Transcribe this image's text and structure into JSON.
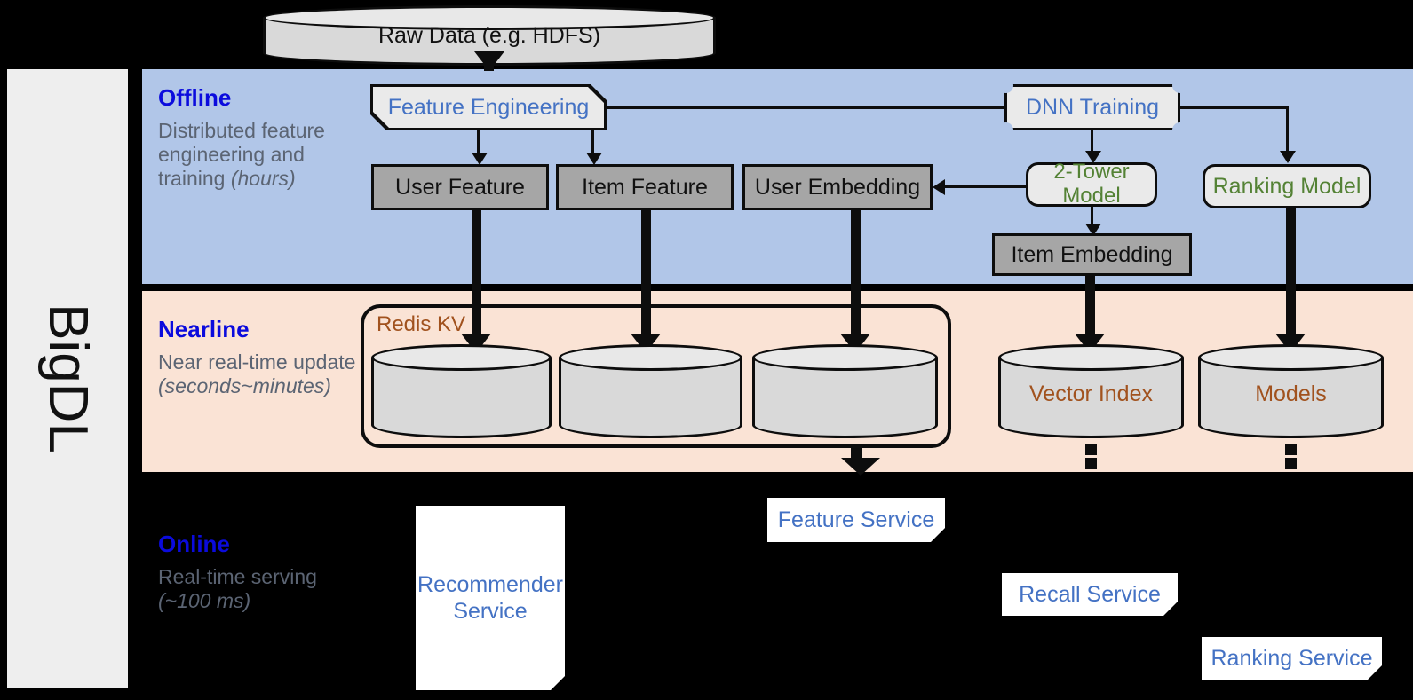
{
  "rail": {
    "label": "BigDL"
  },
  "bands": {
    "offline": {
      "title": "Offline",
      "desc_line1": "Distributed feature engineering and training ",
      "desc_em": "(hours)",
      "color": "#b1c6e8"
    },
    "nearline": {
      "title": "Nearline",
      "desc_line1": "Near real-time update ",
      "desc_em": "(seconds~minutes)",
      "color": "#fae3d5"
    },
    "online": {
      "title": "Online",
      "desc_line1": "Real-time serving ",
      "desc_em": "(~100 ms)",
      "color": "#000000"
    }
  },
  "source": {
    "raw_data": "Raw Data (e.g. HDFS)"
  },
  "offline": {
    "feature_engineering": "Feature Engineering",
    "dnn_training": "DNN Training",
    "user_feature": "User Feature",
    "item_feature": "Item Feature",
    "user_embedding": "User Embedding",
    "two_tower_model": "2-Tower Model",
    "ranking_model": "Ranking Model",
    "item_embedding": "Item Embedding"
  },
  "nearline": {
    "redis_kv": "Redis KV",
    "stores": [
      "",
      "",
      ""
    ],
    "vector_index": "Vector Index",
    "models": "Models"
  },
  "online": {
    "recommender_service": "Recommender Service",
    "feature_service": "Feature Service",
    "recall_service": "Recall Service",
    "ranking_service": "Ranking Service"
  },
  "colors": {
    "accent_blue_title": "#0b0bdd",
    "proc_blue_text": "#4472c4",
    "proc_green_text": "#548235",
    "store_brown_text": "#a1521e",
    "grey_box": "#a6a6a6",
    "offline_band": "#b1c6e8",
    "nearline_band": "#fae3d5"
  }
}
